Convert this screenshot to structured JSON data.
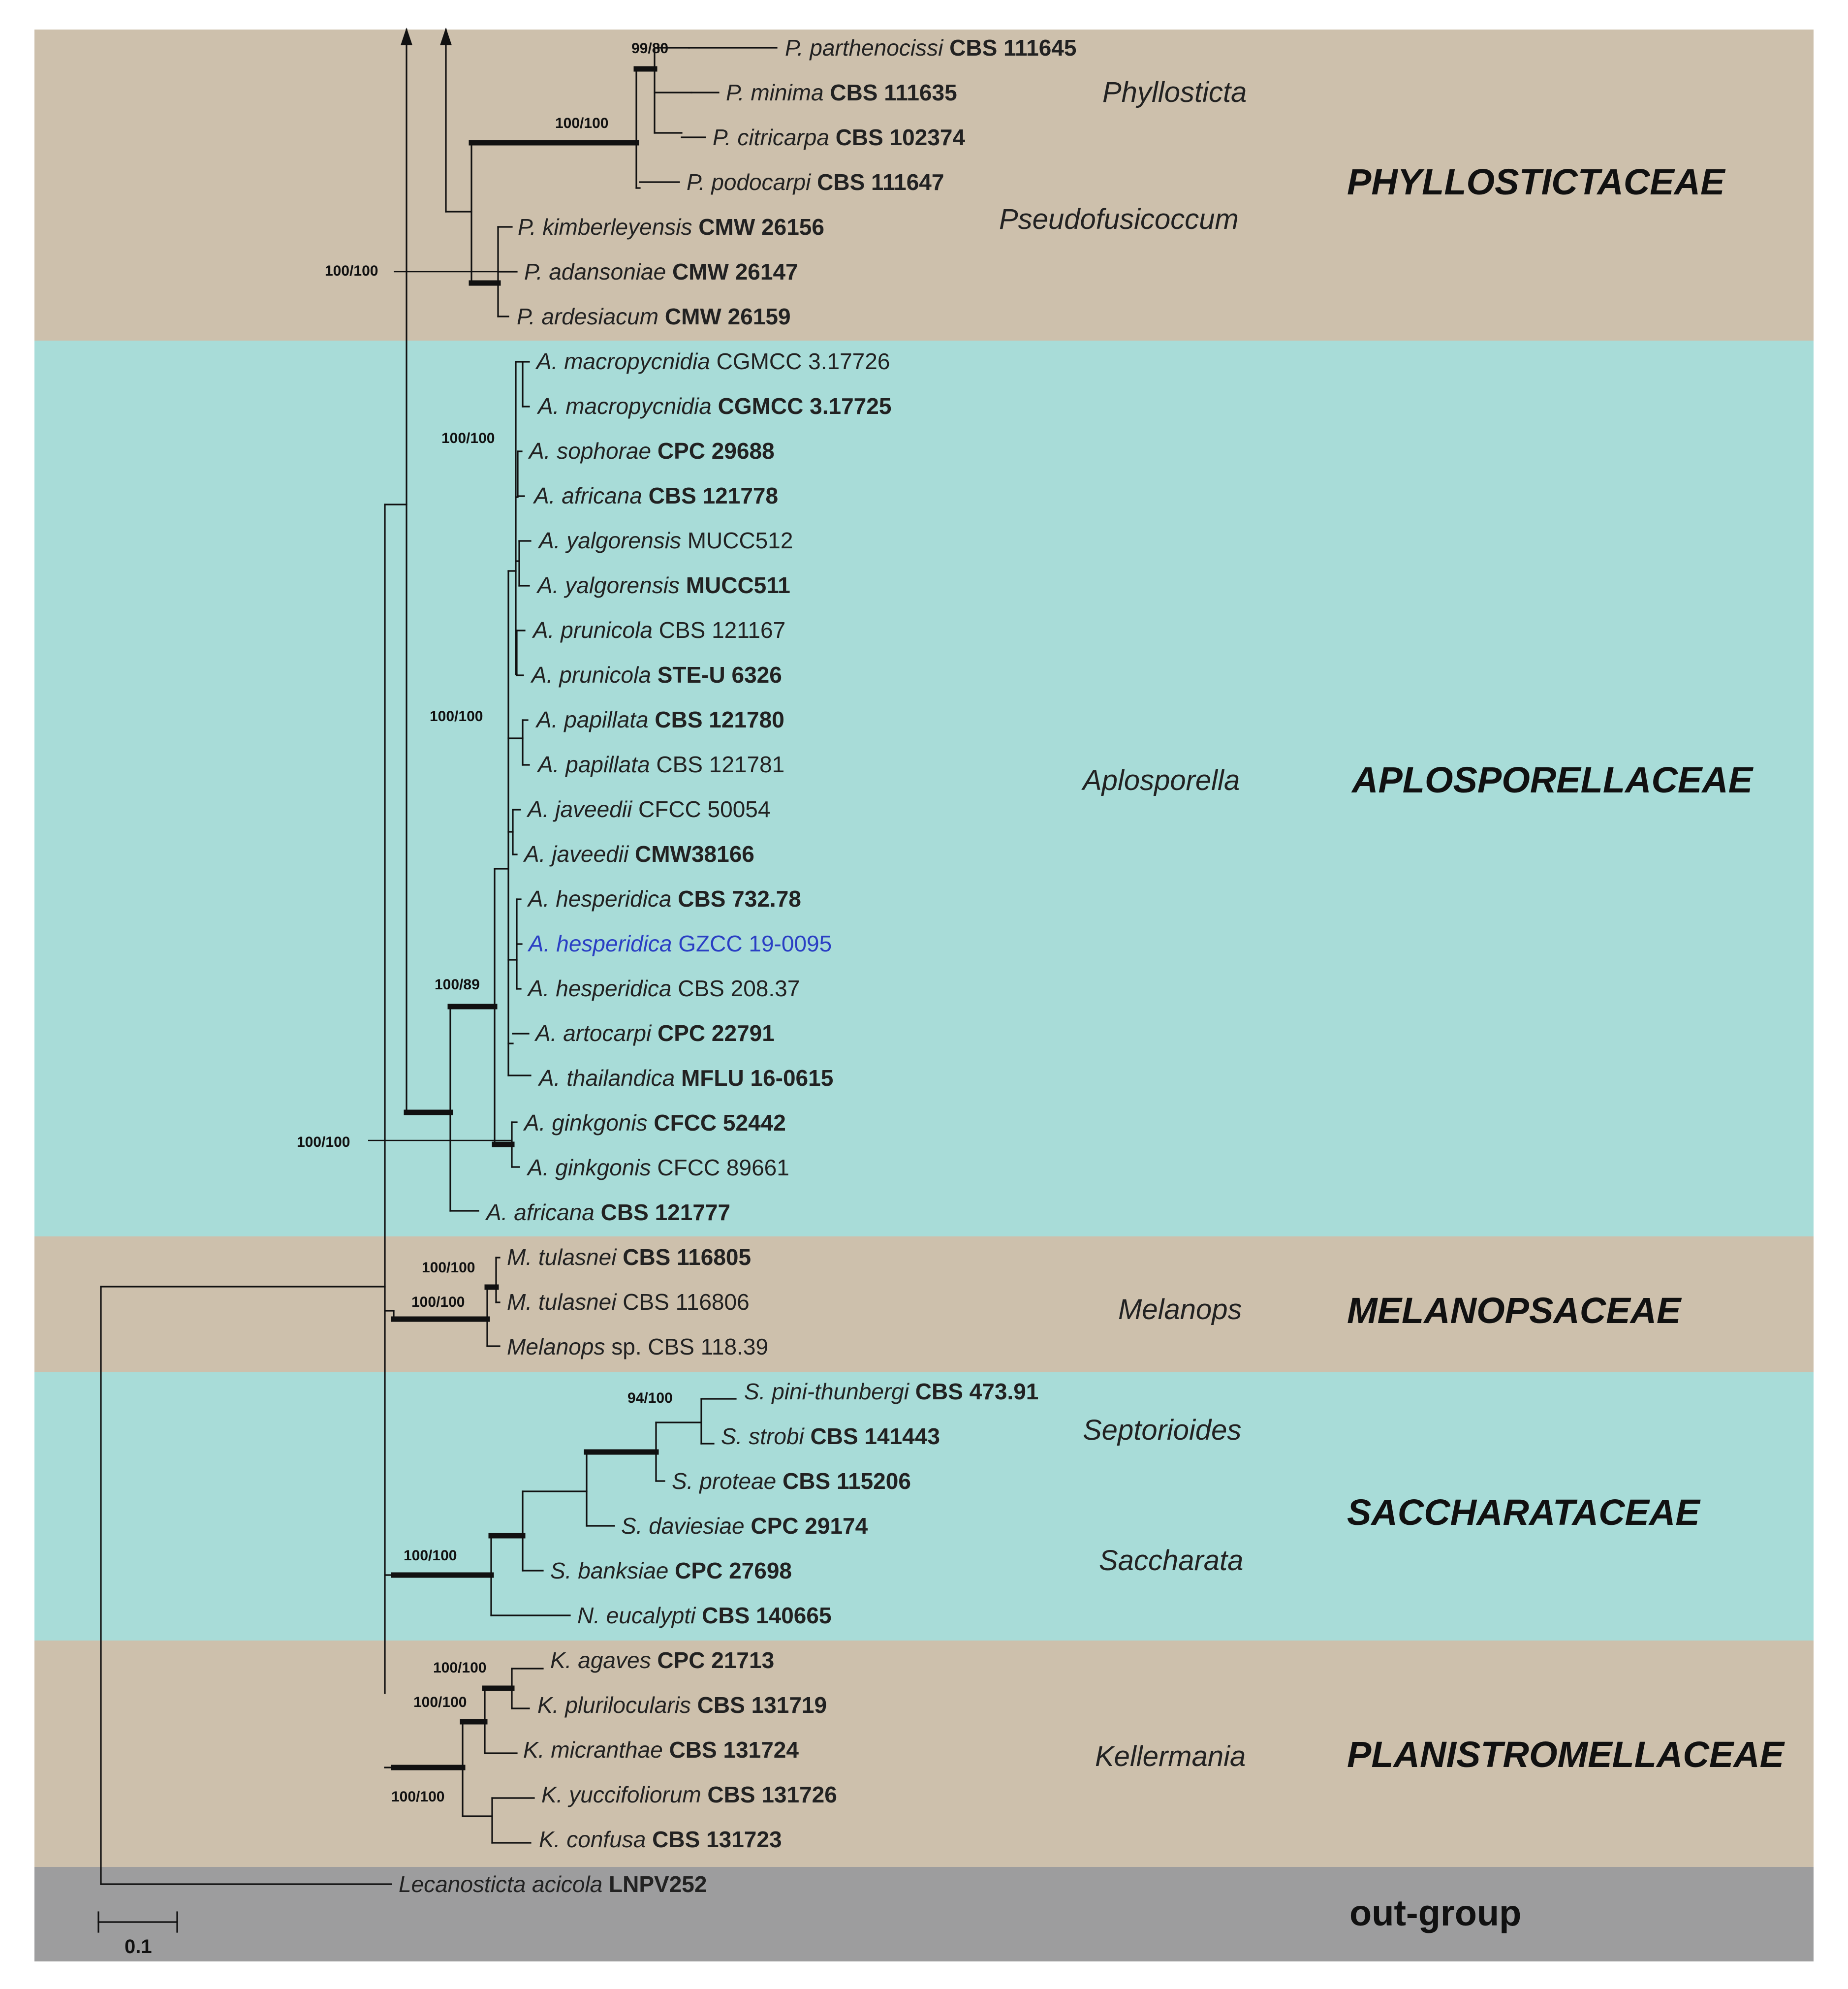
{
  "families": [
    {
      "name": "PHYLLOSTICTACEAE",
      "band_color": "#cdc0ac"
    },
    {
      "name": "APLOSPORELLACEAE",
      "band_color": "#a8dcd8"
    },
    {
      "name": "MELANOPSACEAE",
      "band_color": "#cdc0ac"
    },
    {
      "name": "SACCHARATACEAE",
      "band_color": "#a8dcd8"
    },
    {
      "name": "PLANISTROMELLACEAE",
      "band_color": "#cdc0ac"
    },
    {
      "name": "out-group",
      "band_color": "#9d9d9e"
    }
  ],
  "genera": [
    "Phyllosticta",
    "Pseudofusicoccum",
    "Aplosporella",
    "Melanops",
    "Septorioides",
    "Saccharata",
    "Kellermania"
  ],
  "taxa": [
    {
      "species": "P. parthenocissi",
      "strain": "CBS 111645",
      "type_strain": true
    },
    {
      "species": "P. minima",
      "strain": "CBS 111635",
      "type_strain": true
    },
    {
      "species": "P. citricarpa",
      "strain": "CBS 102374",
      "type_strain": true
    },
    {
      "species": "P. podocarpi",
      "strain": "CBS 111647",
      "type_strain": true
    },
    {
      "species": "P. kimberleyensis",
      "strain": "CMW 26156",
      "type_strain": true
    },
    {
      "species": "P. adansoniae",
      "strain": "CMW 26147",
      "type_strain": true
    },
    {
      "species": "P. ardesiacum",
      "strain": "CMW 26159",
      "type_strain": true
    },
    {
      "species": "A. macropycnidia",
      "strain": "CGMCC 3.17726",
      "type_strain": false
    },
    {
      "species": "A. macropycnidia",
      "strain": "CGMCC 3.17725",
      "type_strain": true
    },
    {
      "species": "A. sophorae",
      "strain": "CPC 29688",
      "type_strain": true
    },
    {
      "species": "A. africana",
      "strain": "CBS 121778",
      "type_strain": true
    },
    {
      "species": "A. yalgorensis",
      "strain": "MUCC512",
      "type_strain": false
    },
    {
      "species": "A. yalgorensis",
      "strain": "MUCC511",
      "type_strain": true
    },
    {
      "species": "A. prunicola",
      "strain": "CBS 121167",
      "type_strain": false
    },
    {
      "species": "A. prunicola",
      "strain": "STE-U 6326",
      "type_strain": true
    },
    {
      "species": "A. papillata",
      "strain": "CBS 121780",
      "type_strain": true
    },
    {
      "species": "A. papillata",
      "strain": "CBS 121781",
      "type_strain": false
    },
    {
      "species": "A. javeedii",
      "strain": "CFCC 50054",
      "type_strain": false
    },
    {
      "species": "A. javeedii",
      "strain": "CMW38166",
      "type_strain": true
    },
    {
      "species": "A. hesperidica",
      "strain": "CBS 732.78",
      "type_strain": true
    },
    {
      "species": "A. hesperidica",
      "strain": "GZCC 19-0095",
      "type_strain": false,
      "highlight": true,
      "highlight_color": "#2a3fc4"
    },
    {
      "species": "A. hesperidica",
      "strain": "CBS 208.37",
      "type_strain": false
    },
    {
      "species": "A. artocarpi",
      "strain": "CPC 22791",
      "type_strain": true
    },
    {
      "species": "A. thailandica",
      "strain": "MFLU 16-0615",
      "type_strain": true
    },
    {
      "species": "A. ginkgonis",
      "strain": "CFCC 52442",
      "type_strain": true
    },
    {
      "species": "A. ginkgonis",
      "strain": "CFCC 89661",
      "type_strain": false
    },
    {
      "species": "A. africana",
      "strain": "CBS 121777",
      "type_strain": true
    },
    {
      "species": "M. tulasnei",
      "strain": "CBS 116805",
      "type_strain": true
    },
    {
      "species": "M. tulasnei",
      "strain": "CBS 116806",
      "type_strain": false
    },
    {
      "species": "Melanops",
      "suffix": "sp.",
      "strain": "CBS 118.39",
      "type_strain": false
    },
    {
      "species": "S. pini-thunbergi",
      "strain": "CBS 473.91",
      "type_strain": true
    },
    {
      "species": "S. strobi",
      "strain": "CBS 141443",
      "type_strain": true
    },
    {
      "species": "S. proteae",
      "strain": "CBS 115206",
      "type_strain": true
    },
    {
      "species": "S. daviesiae",
      "strain": "CPC 29174",
      "type_strain": true
    },
    {
      "species": "S. banksiae",
      "strain": "CPC 27698",
      "type_strain": true
    },
    {
      "species": "N. eucalypti",
      "strain": "CBS 140665",
      "type_strain": true
    },
    {
      "species": "K. agaves",
      "strain": "CPC 21713",
      "type_strain": true
    },
    {
      "species": "K. plurilocularis",
      "strain": "CBS 131719",
      "type_strain": true
    },
    {
      "species": "K. micranthae",
      "strain": "CBS 131724",
      "type_strain": true
    },
    {
      "species": "K. yuccifoliorum",
      "strain": "CBS 131726",
      "type_strain": true
    },
    {
      "species": "K. confusa",
      "strain": "CBS 131723",
      "type_strain": true
    },
    {
      "species": "Lecanosticta acicola",
      "strain": "LNPV252",
      "type_strain": true
    }
  ],
  "support_values": [
    "99/80",
    "100/100",
    "100/100",
    "100/100",
    "100/100",
    "100/89",
    "100/100",
    "100/100",
    "100/100",
    "94/100",
    "100/100",
    "100/100",
    "100/100",
    "100/100"
  ],
  "scale_bar": {
    "value": 0.1,
    "label": "0.1"
  }
}
